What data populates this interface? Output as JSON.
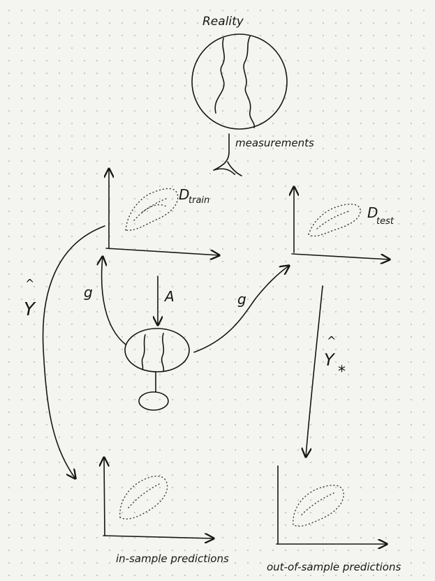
{
  "labels": {
    "reality": "Reality",
    "measurements": "measurements",
    "d_train_symbol": "D",
    "d_train_sub": "train",
    "d_test_symbol": "D",
    "d_test_sub": "test",
    "y_hat_left": "Y",
    "y_hat_left_hat": "^",
    "g_left": "g",
    "a_label": "A",
    "g_right": "g",
    "y_hat_star": "Y",
    "y_hat_star_hat": "^",
    "y_hat_star_sub": "*",
    "in_sample": "in-sample predictions",
    "out_of_sample": "out-of-sample predictions"
  },
  "colors": {
    "ink": "#161616",
    "paper": "#f4f4f1",
    "grid_dots": "#c9c9c4"
  }
}
